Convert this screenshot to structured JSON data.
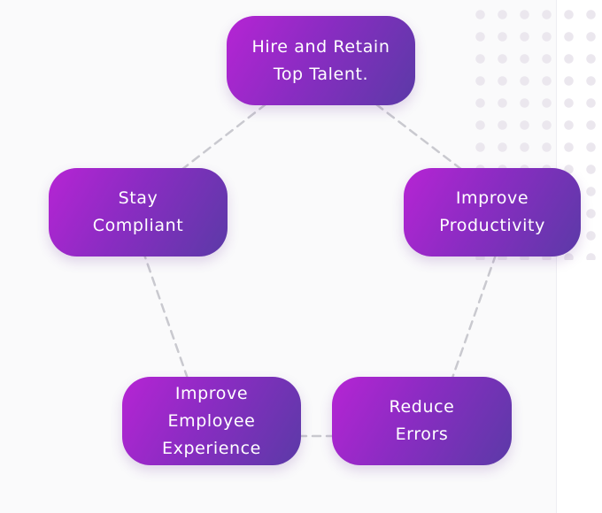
{
  "diagram": {
    "nodes": [
      {
        "id": "hire",
        "label": "Hire and Retain\nTop Talent."
      },
      {
        "id": "productivity",
        "label": "Improve\nProductivity"
      },
      {
        "id": "errors",
        "label": "Reduce\nErrors"
      },
      {
        "id": "experience",
        "label": "Improve\nEmployee\nExperience"
      },
      {
        "id": "compliant",
        "label": "Stay\nCompliant"
      }
    ],
    "edges": [
      [
        "hire",
        "productivity"
      ],
      [
        "productivity",
        "errors"
      ],
      [
        "errors",
        "experience"
      ],
      [
        "experience",
        "compliant"
      ],
      [
        "compliant",
        "hire"
      ]
    ],
    "colors": {
      "gradient_start": "#b624d4",
      "gradient_mid": "#8a2cc2",
      "gradient_end": "#5b3aa7",
      "connector": "#c9c9cf",
      "text": "#ffffff"
    }
  }
}
